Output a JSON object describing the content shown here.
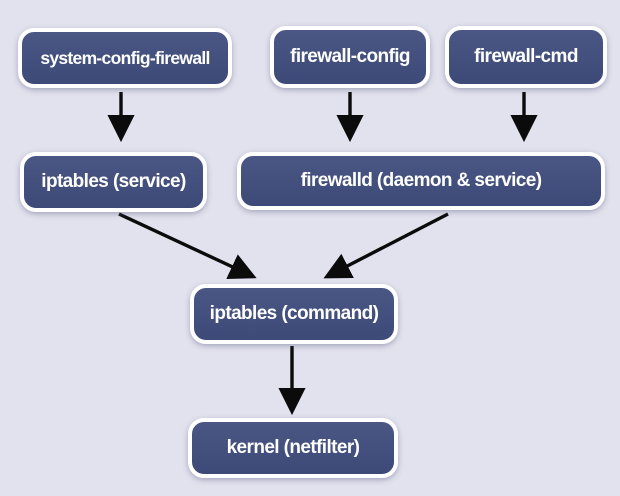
{
  "diagram": {
    "title": "Linux firewall stack diagram",
    "colors": {
      "background": "#e2e2ee",
      "node_fill": "#404e7c",
      "node_border": "#ffffff",
      "node_text": "#ffffff",
      "arrow": "#0b0b0b"
    },
    "nodes": [
      {
        "id": "system-config-firewall",
        "label": "system-config-firewall"
      },
      {
        "id": "firewall-config",
        "label": "firewall-config"
      },
      {
        "id": "firewall-cmd",
        "label": "firewall-cmd"
      },
      {
        "id": "iptables-service",
        "label": "iptables (service)"
      },
      {
        "id": "firewalld-daemon-service",
        "label": "firewalld (daemon & service)"
      },
      {
        "id": "iptables-command",
        "label": "iptables (command)"
      },
      {
        "id": "kernel-netfilter",
        "label": "kernel (netfilter)"
      }
    ],
    "edges": [
      {
        "from": "system-config-firewall",
        "to": "iptables-service"
      },
      {
        "from": "firewall-config",
        "to": "firewalld-daemon-service"
      },
      {
        "from": "firewall-cmd",
        "to": "firewalld-daemon-service"
      },
      {
        "from": "iptables-service",
        "to": "iptables-command"
      },
      {
        "from": "firewalld-daemon-service",
        "to": "iptables-command"
      },
      {
        "from": "iptables-command",
        "to": "kernel-netfilter"
      }
    ]
  }
}
